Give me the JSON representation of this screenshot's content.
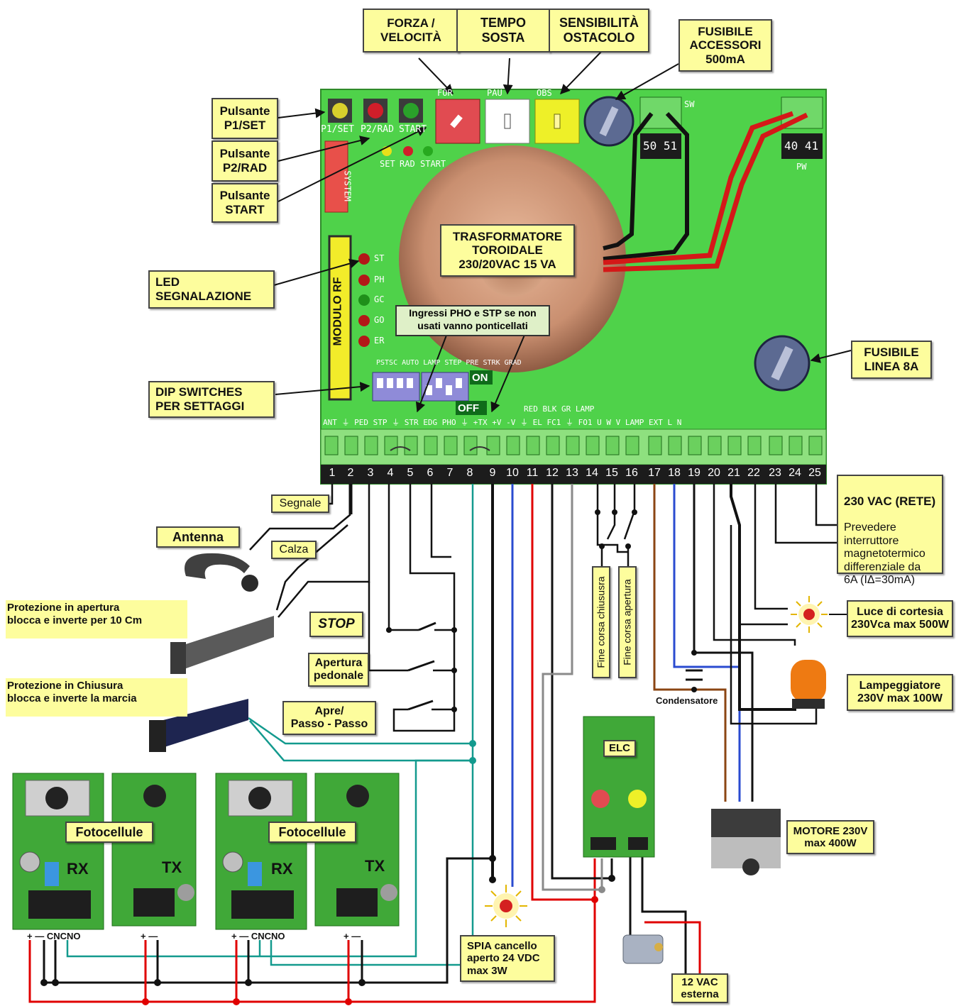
{
  "top_labels": {
    "forza": "FORZA /\nVELOCITÀ",
    "tempo": "TEMPO\nSOSTA",
    "sensibilita": "SENSIBILITÀ\nOSTACOLO",
    "fusibile_acc": "FUSIBILE\nACCESSORI\n500mA"
  },
  "left_labels": {
    "p1": "Pulsante\nP1/SET",
    "p2": "Pulsante\nP2/RAD",
    "start": "Pulsante\nSTART",
    "led": "LED\nSEGNALAZIONE",
    "dip": "DIP SWITCHES\nPER SETTAGGI"
  },
  "board": {
    "trafo": "TRASFORMATORE\nTOROIDALE\n230/20VAC 15 VA",
    "note": "Ingressi PHO e STP se non\nusati vanno ponticellati",
    "modulo_rf": "MODULO RF",
    "system": "SYSTEM",
    "on": "ON",
    "off": "OFF",
    "btn_labels": [
      "P1/SET",
      "P2/RAD",
      "START"
    ],
    "led_row": [
      "SET",
      "RAD",
      "START"
    ],
    "led_col": [
      "ST",
      "PH",
      "GC",
      "GO",
      "ER"
    ],
    "pot_labels": [
      "FOR",
      "PAU",
      "OBS"
    ],
    "sw": "SW",
    "pw": "PW",
    "term_sw": "50 51",
    "term_pw": "40 41",
    "dip_text": "PSTSC AUTO LAMP STEP PRE STRK GRAD",
    "terminal_names": "ANT  ⏚  PED STP  ⏚  STR EDG PHO  ⏚  +TX  +V   -V  ⏚  EL  FC1  ⏚  FO1  U   W   V  LAMP  EXT  L          N",
    "terminal_top": "RED  BLK  GR                        LAMP",
    "terminal_numbers": [
      "1",
      "2",
      "3",
      "4",
      "5",
      "6",
      "7",
      "8",
      "9",
      "10",
      "11",
      "12",
      "13",
      "14",
      "15",
      "16",
      "17",
      "18",
      "19",
      "20",
      "21",
      "22",
      "23",
      "24",
      "25"
    ]
  },
  "right_labels": {
    "fusibile_linea": "FUSIBILE\nLINEA  8A",
    "rete_title": "230 VAC (RETE)",
    "rete_body": "Prevedere\ninterruttore\nmagnetotermico\ndifferenziale da\n6A (IΔ=30mA)",
    "luce": "Luce di cortesia\n230Vca max 500W",
    "lamp": "Lampeggiatore\n230V max 100W",
    "motore": "MOTORE 230V\nmax 400W",
    "condensatore": "Condensatore",
    "ext12": "12 VAC\nesterna"
  },
  "wiring_labels": {
    "segnale": "Segnale",
    "antenna": "Antenna",
    "calza": "Calza",
    "prot_apertura": "Protezione in apertura\nblocca e inverte per 10 Cm",
    "prot_chiusura": "Protezione in Chiusura\nblocca e inverte la marcia",
    "stop": "STOP",
    "pedonale": "Apertura\npedonale",
    "apre": "Apre/\nPasso - Passo",
    "fc_chiusura": "Fine corsa chiususra",
    "fc_apertura": "Fine corsa apertura",
    "spia": "SPIA cancello\naperto 24 VDC\nmax 3W",
    "elc": "ELC"
  },
  "photocells": {
    "title": "Fotocellule",
    "rx": "RX",
    "tx": "TX",
    "rx_pins": "+  —  CNCNO",
    "tx_pins": "+  —"
  },
  "colors": {
    "pcb": "#4fd24a",
    "label_bg": "#fdfd9d",
    "wire_red": "#e00000",
    "wire_teal": "#139a8e",
    "wire_blue": "#2a4bd0",
    "wire_brown": "#8b4513",
    "wire_gray": "#8a8a8a",
    "wire_black": "#000000"
  }
}
